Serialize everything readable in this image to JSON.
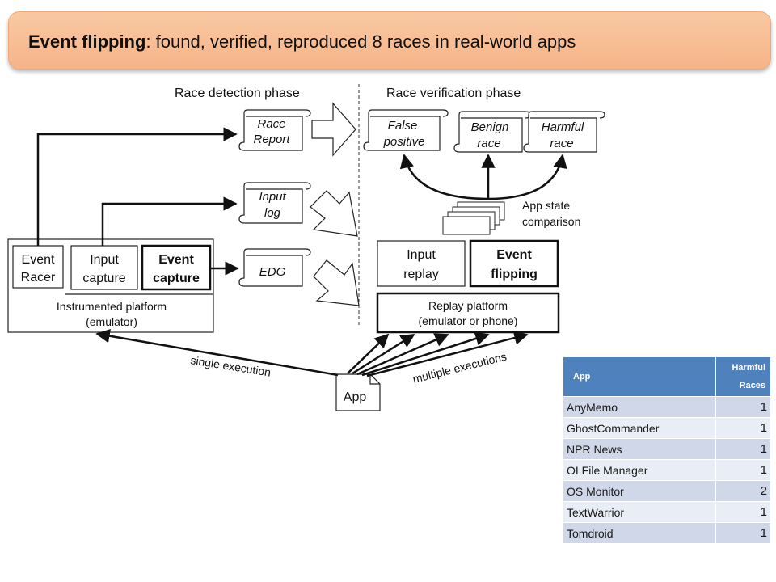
{
  "title": {
    "bold": "Event flipping",
    "rest": ": found, verified, reproduced 8 races in real-world apps"
  },
  "phases": {
    "detection": "Race detection phase",
    "verification": "Race verification phase"
  },
  "scrolls": {
    "race_report": [
      "Race",
      "Report"
    ],
    "input_log": [
      "Input",
      "log"
    ],
    "edg": [
      "EDG"
    ],
    "false_positive": [
      "False",
      "positive"
    ],
    "benign_race": [
      "Benign",
      "race"
    ],
    "harmful_race": [
      "Harmful",
      "race"
    ]
  },
  "boxes": {
    "event_racer": [
      "Event",
      "Racer"
    ],
    "input_capture": [
      "Input",
      "capture"
    ],
    "event_capture": [
      "Event",
      "capture"
    ],
    "instrumented_platform": [
      "Instrumented platform",
      "(emulator)"
    ],
    "input_replay": [
      "Input",
      "replay"
    ],
    "event_flipping": [
      "Event",
      "flipping"
    ],
    "replay_platform": [
      "Replay platform",
      "(emulator or phone)"
    ],
    "app": "App"
  },
  "labels": {
    "app_state": [
      "App state",
      "comparison"
    ],
    "single_execution": "single execution",
    "multiple_executions": "multiple executions"
  },
  "table": {
    "headers": [
      "App",
      "Harmful Races"
    ],
    "rows": [
      {
        "app": "AnyMemo",
        "races": "1"
      },
      {
        "app": "GhostCommander",
        "races": "1"
      },
      {
        "app": "NPR News",
        "races": "1"
      },
      {
        "app": "OI File Manager",
        "races": "1"
      },
      {
        "app": "OS Monitor",
        "races": "2"
      },
      {
        "app": "TextWarrior",
        "races": "1"
      },
      {
        "app": "Tomdroid",
        "races": "1"
      }
    ]
  },
  "colors": {
    "banner": "#f7bd92",
    "table_header": "#4f81bd",
    "row_odd": "#cfd7e8",
    "row_even": "#e9edf5"
  }
}
